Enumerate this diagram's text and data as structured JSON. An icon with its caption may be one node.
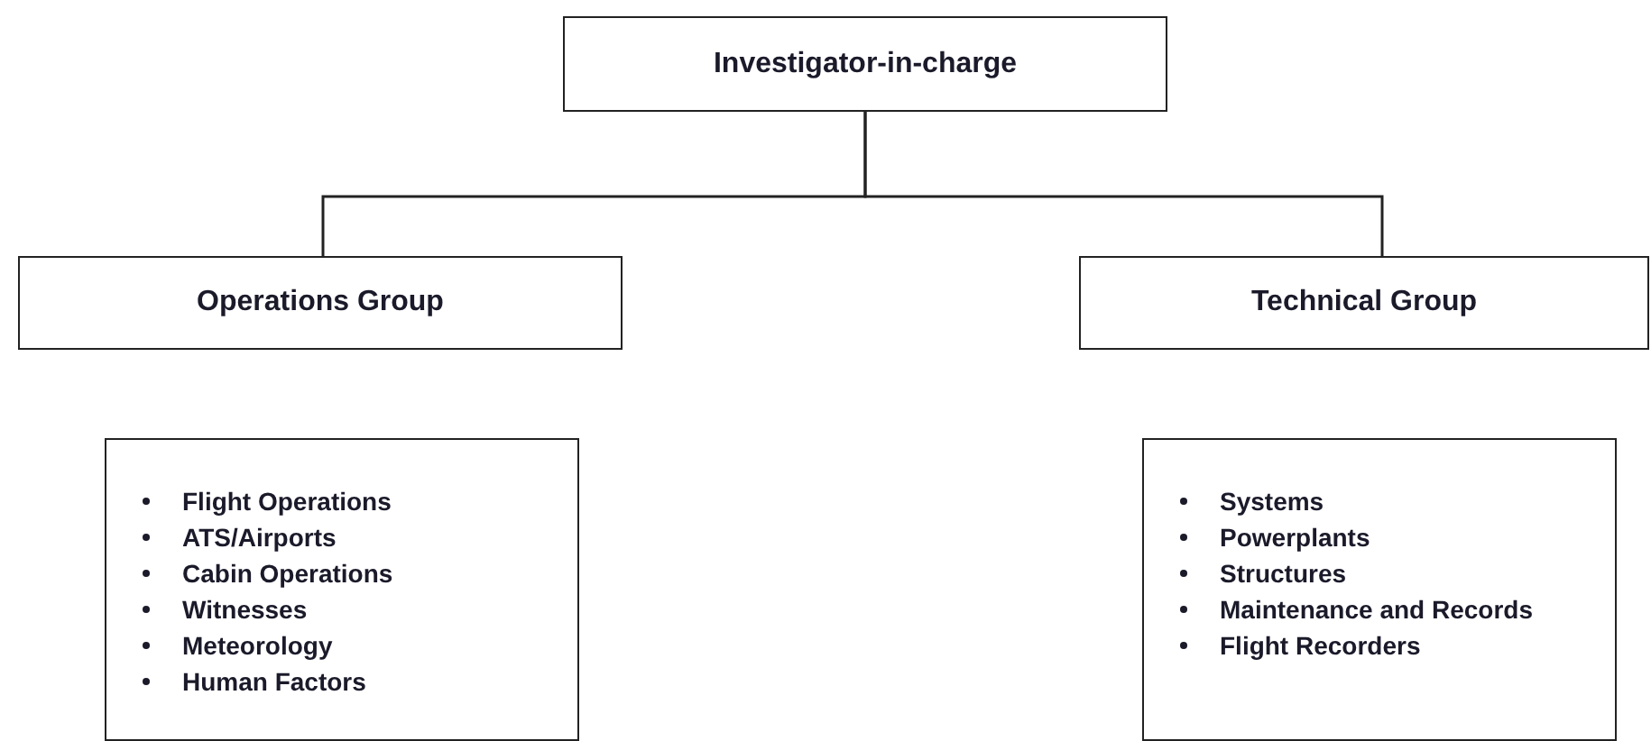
{
  "diagram": {
    "nodes": [
      {
        "text": [
          "Investigator-in-charge"
        ]
      },
      {
        "text": [
          "Operations Group"
        ]
      },
      {
        "text": [
          "Technical Group"
        ]
      },
      {
        "text": [
          "Flight Operations",
          "ATS/Airports",
          "Cabin Operations",
          "Witnesses",
          "Meteorology",
          "Human Factors"
        ]
      },
      {
        "text": [
          "Systems",
          "Powerplants",
          "Structures",
          "Maintenance and Records",
          "Flight Recorders"
        ]
      }
    ],
    "edges": [
      {
        "from": 0,
        "to": 1,
        "arrow": "none"
      },
      {
        "from": 0,
        "to": 2,
        "arrow": "none"
      }
    ]
  }
}
